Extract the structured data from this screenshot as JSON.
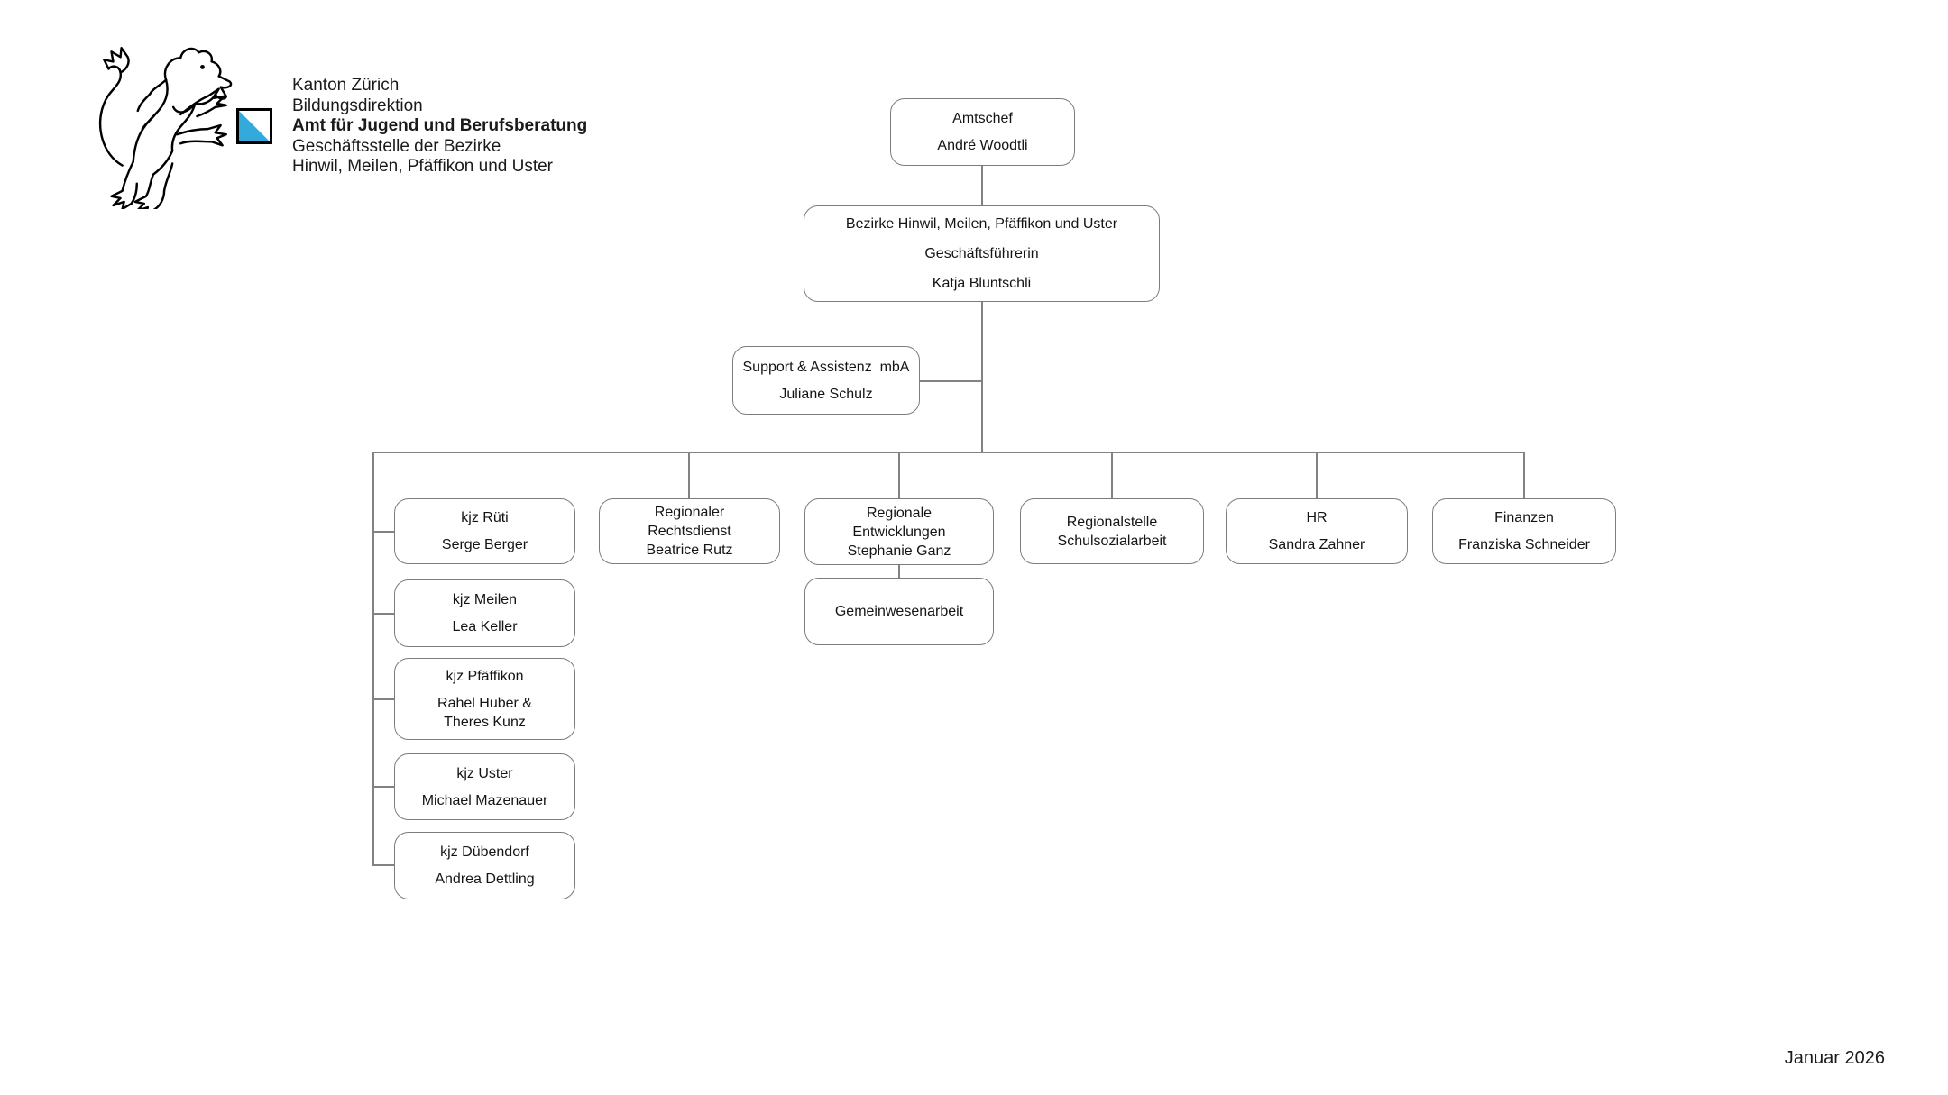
{
  "header": {
    "line1": "Kanton Zürich",
    "line2": "Bildungsdirektion",
    "line3": "Amt für Jugend und Berufsberatung",
    "line4": "Geschäftsstelle der Bezirke",
    "line5": "Hinwil, Meilen, Pfäffikon und Uster"
  },
  "logo": {
    "lion_icon": "zurich-heraldic-lion",
    "shield_icon": "zurich-canton-shield"
  },
  "colors": {
    "shield_blue": "#33A9DC",
    "box_border": "#7c7c7c",
    "connector_gray": "#828282",
    "text": "#141414"
  },
  "footer": {
    "date_label": "Januar 2026"
  },
  "nodes": {
    "amtschef": {
      "lines": [
        "Amtschef",
        "André Woodtli"
      ]
    },
    "bezirke": {
      "lines": [
        "Bezirke Hinwil, Meilen, Pfäffikon und Uster",
        "Geschäftsführerin",
        "Katja Bluntschli"
      ]
    },
    "support": {
      "lines": [
        "Support & Assistenz  mbA",
        "Juliane Schulz"
      ]
    },
    "kjz_rueti": {
      "lines": [
        "kjz Rüti",
        "Serge Berger"
      ]
    },
    "rechtsdienst": {
      "lines": [
        "Regionaler",
        "Rechtsdienst",
        "Beatrice Rutz"
      ]
    },
    "entwicklungen": {
      "lines": [
        "Regionale",
        "Entwicklungen",
        "Stephanie Ganz"
      ]
    },
    "schulsozialarbeit": {
      "lines": [
        "Regionalstelle",
        "Schulsozialarbeit"
      ]
    },
    "hr": {
      "lines": [
        "HR",
        "Sandra Zahner"
      ]
    },
    "finanzen": {
      "lines": [
        "Finanzen",
        "Franziska Schneider"
      ]
    },
    "kjz_meilen": {
      "lines": [
        "kjz Meilen",
        "Lea Keller"
      ]
    },
    "kjz_pfaeffikon": {
      "lines": [
        "kjz Pfäffikon",
        "Rahel Huber &",
        "Theres Kunz"
      ]
    },
    "kjz_uster": {
      "lines": [
        "kjz Uster",
        "Michael Mazenauer"
      ]
    },
    "kjz_duebendorf": {
      "lines": [
        "kjz Dübendorf",
        "Andrea Dettling"
      ]
    },
    "gemeinwesenarbeit": {
      "lines": [
        "Gemeinwesenarbeit"
      ]
    }
  }
}
